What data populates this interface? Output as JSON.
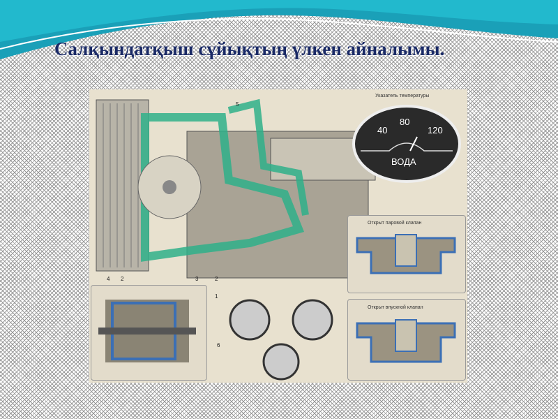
{
  "slide": {
    "title": "Салқындатқыш сұйықтың үлкен айналымы."
  },
  "figure": {
    "gauge": {
      "caption": "Указатель температуры",
      "ticks": [
        "40",
        "80",
        "120"
      ],
      "label": "ВОДА"
    },
    "steam_valve": {
      "caption": "Открыт паровой клапан"
    },
    "intake_valve": {
      "caption": "Открыт впускной клапан"
    },
    "callouts": [
      "1",
      "2",
      "3",
      "4",
      "5",
      "6"
    ]
  },
  "colors": {
    "coolant": "#2fb08a",
    "title": "#1a2a66",
    "wave": "#1aa0b8"
  }
}
